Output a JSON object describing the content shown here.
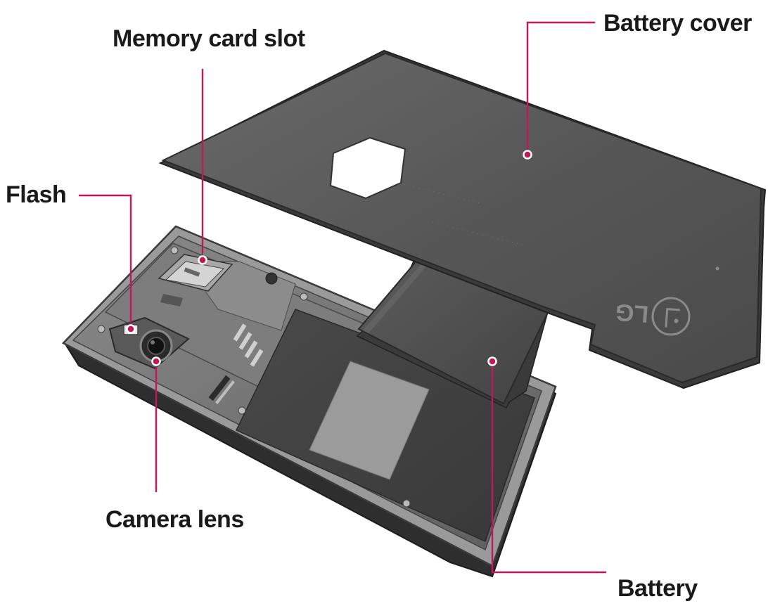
{
  "labels": {
    "battery_cover": "Battery cover",
    "memory_card_slot": "Memory card slot",
    "flash": "Flash",
    "camera_lens": "Camera lens",
    "battery": "Battery"
  },
  "logo_text": "LG",
  "colors": {
    "leader_line": "#c2185b",
    "cover": "#5a5a5a",
    "phone_body": "#6e6e6e",
    "battery": "#4e4e4e",
    "label_text": "#1a1a1a"
  }
}
